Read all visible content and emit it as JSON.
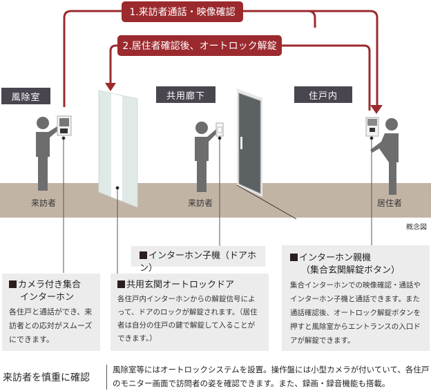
{
  "flow": {
    "step1": "1.来訪者通話・映像確認",
    "step2": "2.居住者確認後、オートロック解錠",
    "accent_color": "#9b2a2e"
  },
  "zones": [
    {
      "label": "風除室"
    },
    {
      "label": "共用廊下"
    },
    {
      "label": "住戸内"
    }
  ],
  "people": {
    "visitor_1": "来訪者",
    "visitor_2": "来訪者",
    "resident": "居住者"
  },
  "concept_note": "概念図",
  "callouts": {
    "camera_intercom": {
      "title_line1": "カメラ付き集合",
      "title_line2": "インターホン",
      "body": "各住戸と通話ができ、来訪者との応対がスムーズにできます。"
    },
    "auto_lock_door": {
      "title": "共用玄関オートロックドア",
      "body": "各住戸内インターホンからの解錠信号によって、ドアのロックが解錠されます。（居住者は自分の住戸の鍵で解錠して入ることができます。）"
    },
    "door_phone": {
      "title": "インターホン子機（ドアホン）"
    },
    "master_intercom": {
      "title_line1": "インターホン親機",
      "title_line2": "（集合玄関解錠ボタン）",
      "body": "集合インターホンでの映像確認・通話やインターホン子機と通話できます。また通話確認後、オートロック解錠ボタンを押すと風除室からエントランスの入口ドアが解錠できます。"
    }
  },
  "footer": {
    "title": "来訪者を慎重に確認",
    "text": "風除室等にはオートロックシステムを設置。操作盤には小型カメラが付いていて、各住戸のモニター画面で訪問者の姿を確認できます。また、録画・録音機能も搭載。"
  }
}
